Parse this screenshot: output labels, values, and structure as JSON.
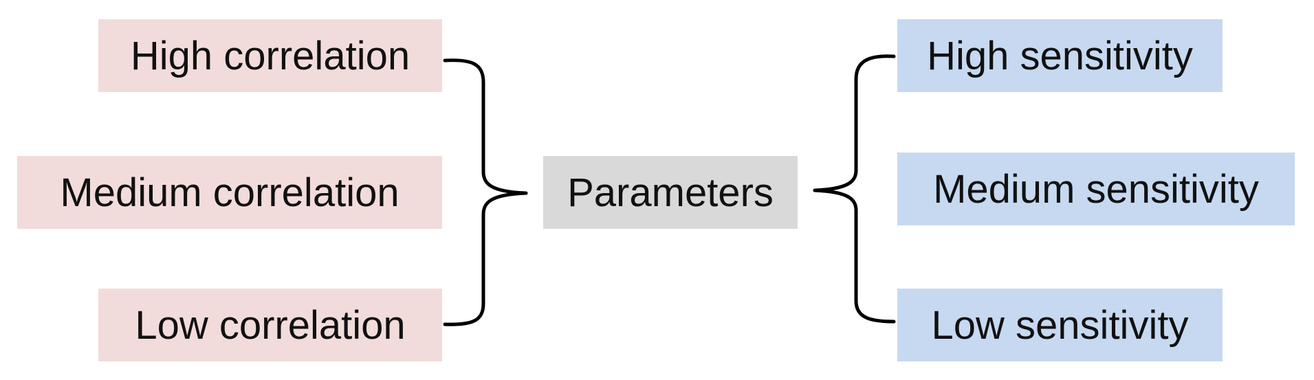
{
  "colors": {
    "correlation_fill": "#f2dcdb",
    "parameter_fill": "#d9d9d9",
    "sensitivity_fill": "#c6d9f0",
    "bracket_stroke": "#000000"
  },
  "correlation": {
    "high": "High correlation",
    "medium": "Medium correlation",
    "low": "Low correlation"
  },
  "center": {
    "label": "Parameters"
  },
  "sensitivity": {
    "high": "High sensitivity",
    "medium": "Medium sensitivity",
    "low": "Low sensitivity"
  }
}
